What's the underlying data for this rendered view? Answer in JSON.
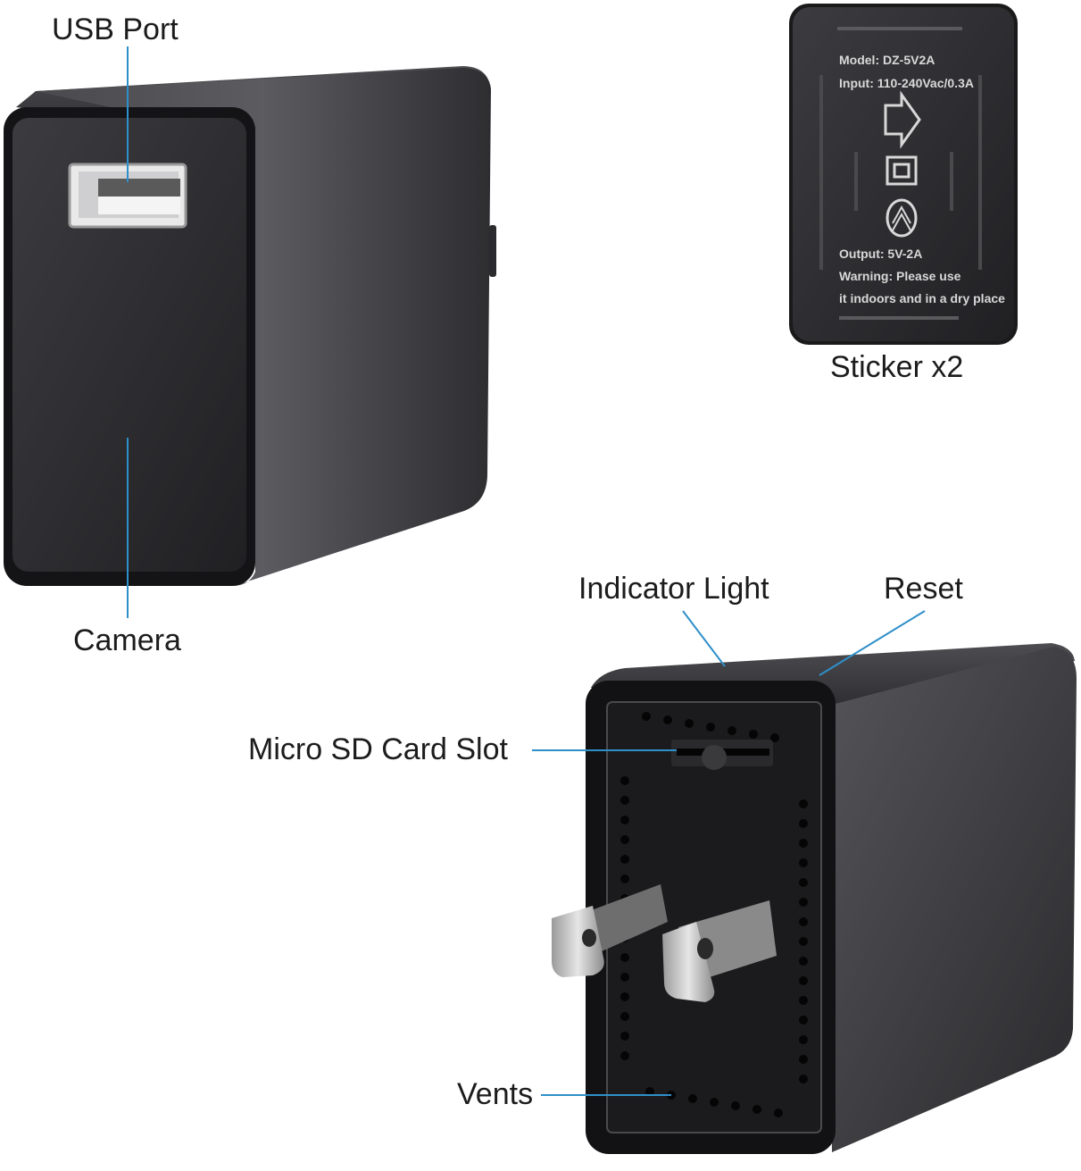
{
  "labels": {
    "usb_port": "USB Port",
    "camera": "Camera",
    "sticker": "Sticker x2",
    "indicator_light": "Indicator Light",
    "reset": "Reset",
    "micro_sd": "Micro SD Card Slot",
    "vents": "Vents"
  },
  "sticker_text": {
    "model": "Model: DZ-5V2A",
    "input": "Input: 110-240Vac/0.3A",
    "output": "Output: 5V-2A",
    "warning1": "Warning: Please use",
    "warning2": "it indoors and in a dry place"
  },
  "colors": {
    "leader": "#2f8fc9",
    "body_dark": "#1a1a1c",
    "body_mid": "#3a3a3d",
    "sticker_bg": "#2a2a2c"
  }
}
